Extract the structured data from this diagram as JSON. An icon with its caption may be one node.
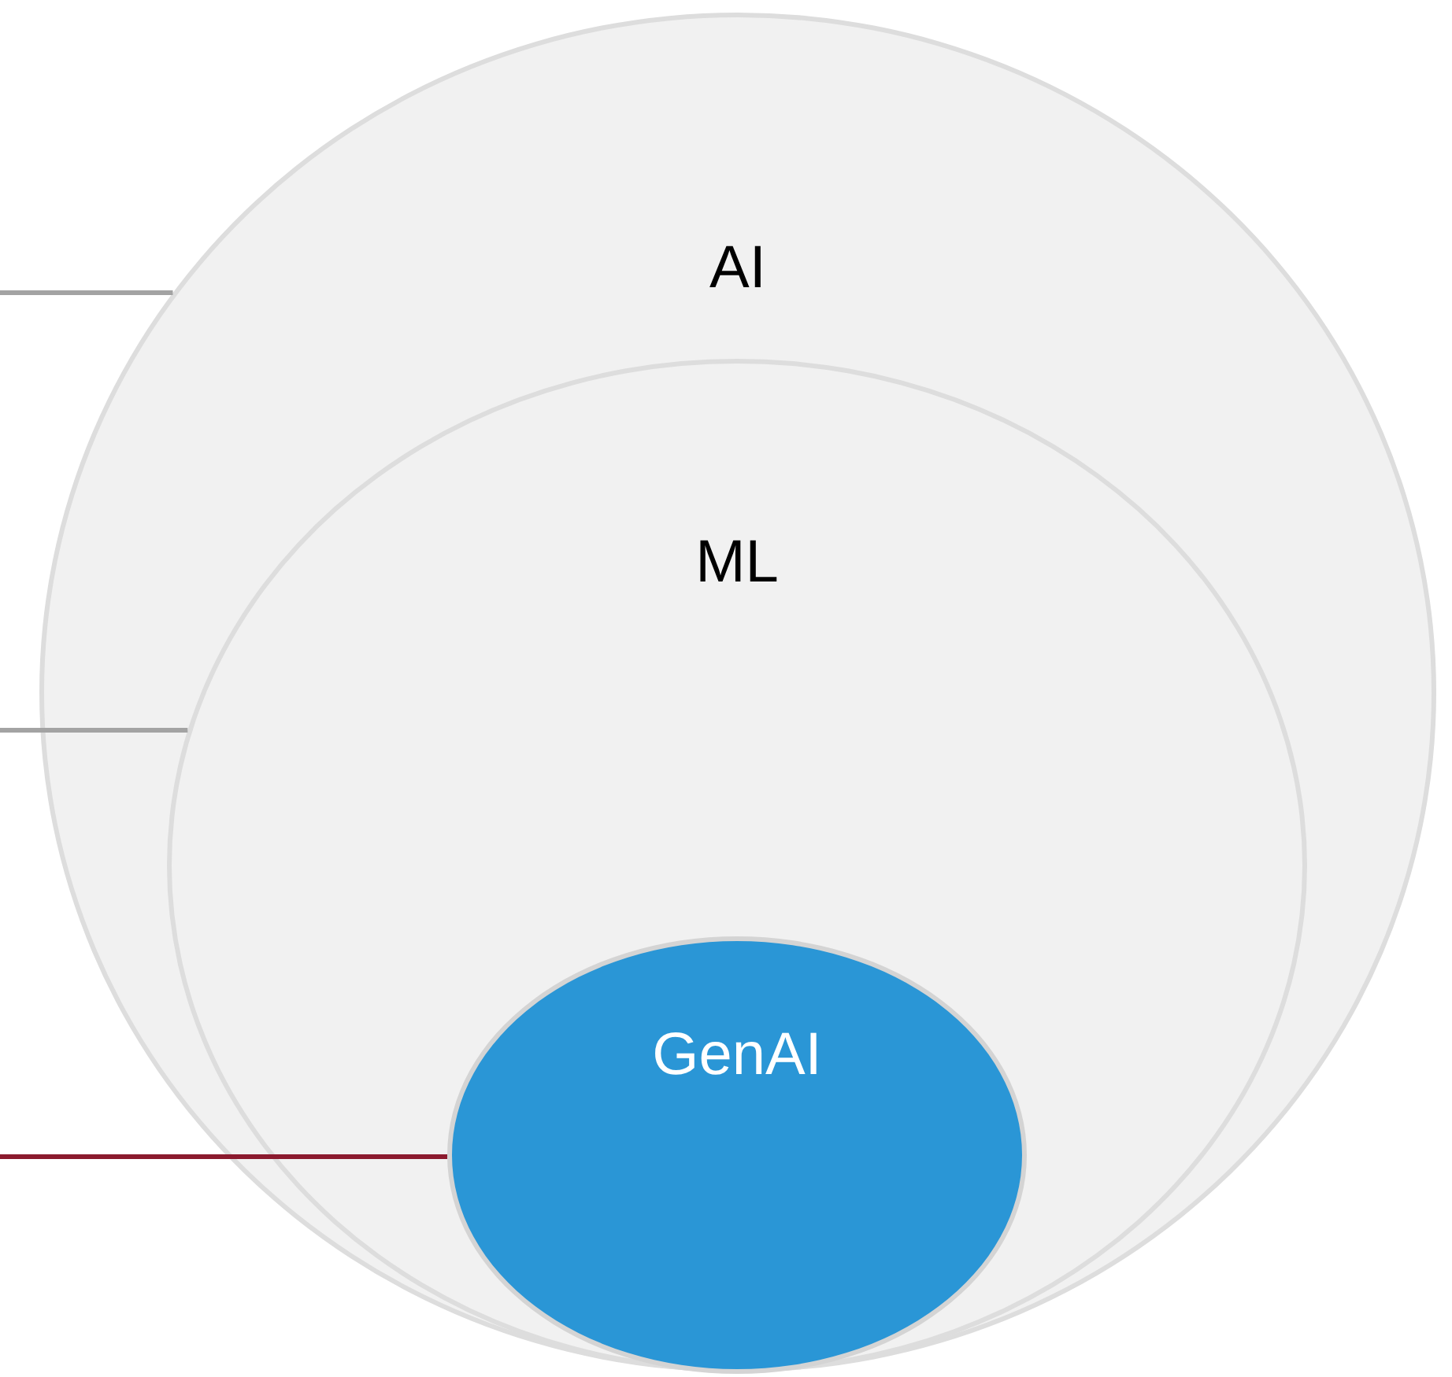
{
  "diagram": {
    "nodes": [
      {
        "text": [
          "AI"
        ]
      },
      {
        "text": [
          "ML"
        ],
        "in": 0
      },
      {
        "text": [
          "GenAI"
        ],
        "in": 1
      }
    ],
    "edges": [
      {
        "from": null,
        "to": 0,
        "arrow": "none"
      },
      {
        "from": null,
        "to": 1,
        "arrow": "none"
      },
      {
        "from": null,
        "to": 2,
        "arrow": "none",
        "color": "#8b1a2e"
      }
    ]
  }
}
